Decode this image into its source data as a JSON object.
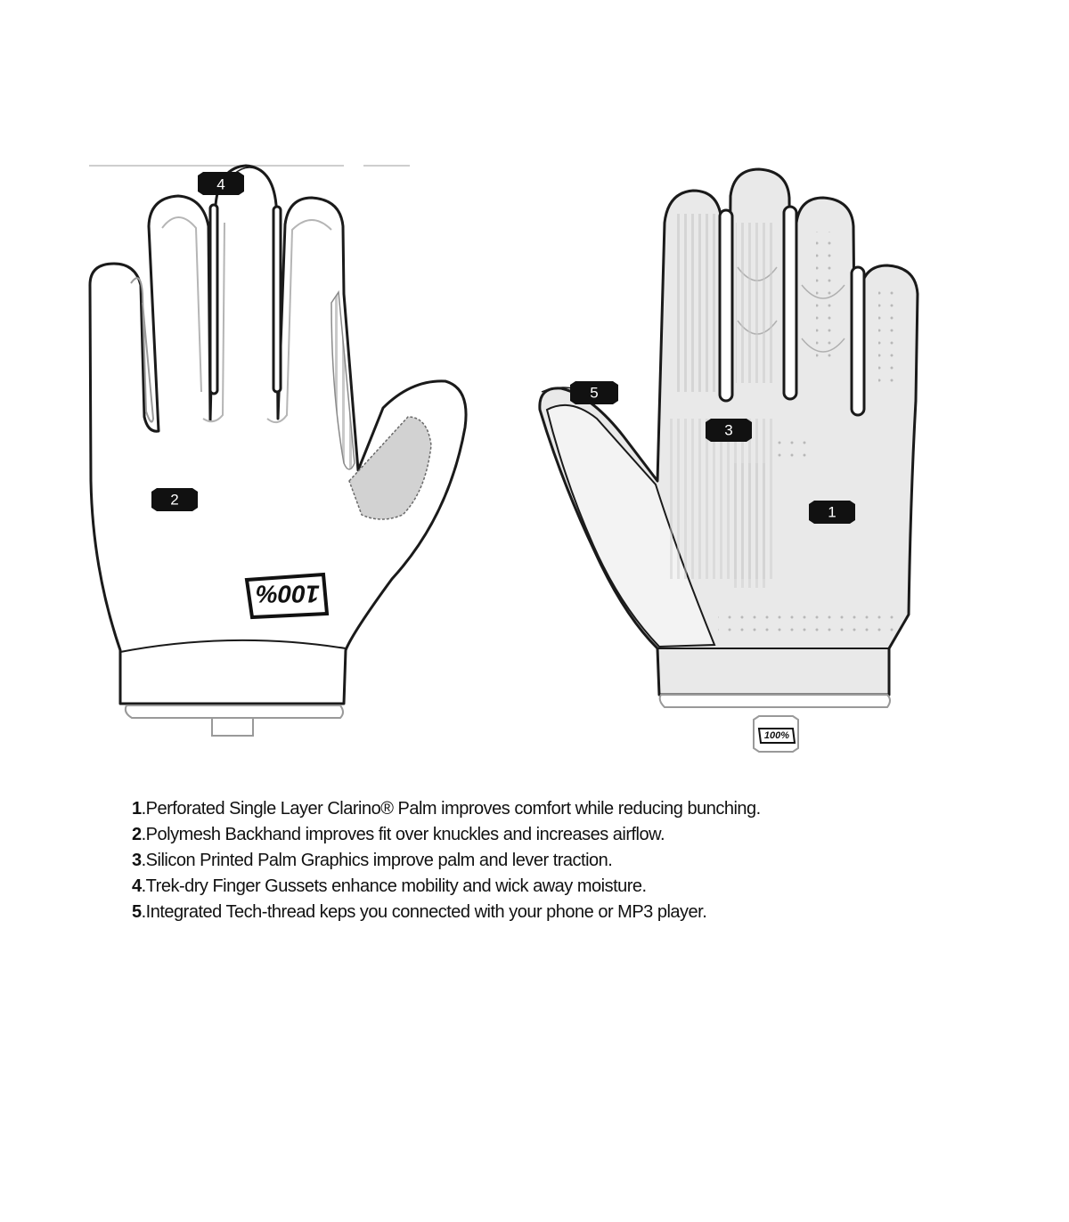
{
  "callouts": {
    "c1": "1",
    "c2": "2",
    "c3": "3",
    "c4": "4",
    "c5": "5"
  },
  "logos": {
    "back_logo": "100%",
    "palm_tag": "100%"
  },
  "features": [
    {
      "number": "1",
      "text": ".Perforated Single Layer Clarino® Palm improves comfort while reducing bunching."
    },
    {
      "number": "2",
      "text": ".Polymesh Backhand improves fit over knuckles and increases airflow."
    },
    {
      "number": "3",
      "text": ".Silicon Printed Palm Graphics improve palm and lever traction."
    },
    {
      "number": "4",
      "text": ".Trek-dry Finger Gussets enhance mobility and wick away moisture."
    },
    {
      "number": "5",
      "text": ".Integrated Tech-thread keps you connected with your phone or MP3 player."
    }
  ],
  "colors": {
    "outline": "#1a1a1a",
    "palm_fill": "#e9e9e9",
    "gusset_fill": "#cfcfcf",
    "callout_fill": "#111111"
  }
}
